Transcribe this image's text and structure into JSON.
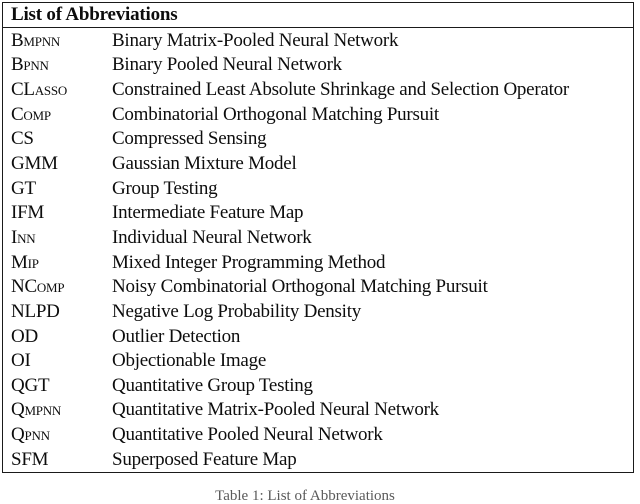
{
  "table": {
    "title": "List of Abbreviations",
    "rows": [
      {
        "abbr": "Bmpnn",
        "definition": "Binary Matrix-Pooled Neural Network"
      },
      {
        "abbr": "Bpnn",
        "definition": "Binary Pooled Neural Network"
      },
      {
        "abbr": "CLasso",
        "definition": "Constrained Least Absolute Shrinkage and Selection Operator"
      },
      {
        "abbr": "Comp",
        "definition": "Combinatorial Orthogonal Matching Pursuit"
      },
      {
        "abbr": "CS",
        "definition": "Compressed Sensing"
      },
      {
        "abbr": "GMM",
        "definition": "Gaussian Mixture Model"
      },
      {
        "abbr": "GT",
        "definition": "Group Testing"
      },
      {
        "abbr": "IFM",
        "definition": "Intermediate Feature Map"
      },
      {
        "abbr": "Inn",
        "definition": "Individual Neural Network"
      },
      {
        "abbr": "Mip",
        "definition": "Mixed Integer Programming Method"
      },
      {
        "abbr": "NComp",
        "definition": "Noisy Combinatorial Orthogonal Matching Pursuit"
      },
      {
        "abbr": "NLPD",
        "definition": "Negative Log Probability Density"
      },
      {
        "abbr": "OD",
        "definition": "Outlier Detection"
      },
      {
        "abbr": "OI",
        "definition": "Objectionable Image"
      },
      {
        "abbr": "QGT",
        "definition": "Quantitative Group Testing"
      },
      {
        "abbr": "Qmpnn",
        "definition": "Quantitative Matrix-Pooled Neural Network"
      },
      {
        "abbr": "Qpnn",
        "definition": "Quantitative Pooled Neural Network"
      },
      {
        "abbr": "SFM",
        "definition": "Superposed Feature Map"
      }
    ]
  },
  "caption": {
    "text": "Table 1: List of Abbreviations"
  },
  "colors": {
    "background": "#ffffff",
    "text": "#0d0d0d",
    "border": "#1a1a1a",
    "caption": "#5a5a5a"
  }
}
